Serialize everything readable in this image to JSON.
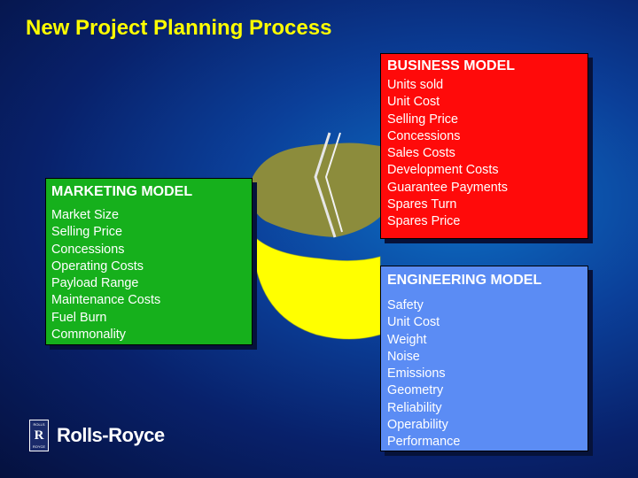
{
  "title": "New Project Planning Process",
  "marketing": {
    "heading": "MARKETING  MODEL",
    "items": [
      "Market Size",
      "Selling Price",
      "Concessions",
      "Operating Costs",
      "Payload Range",
      "Maintenance Costs",
      "Fuel Burn",
      "Commonality"
    ]
  },
  "business": {
    "heading": "BUSINESS MODEL",
    "items": [
      "Units sold",
      "Unit Cost",
      "Selling Price",
      "Concessions",
      "Sales Costs",
      "Development Costs",
      "Guarantee Payments",
      "Spares Turn",
      "Spares Price"
    ]
  },
  "engineering": {
    "heading": "ENGINEERING MODEL",
    "items": [
      "Safety",
      "Unit Cost",
      "Weight",
      "Noise",
      "Emissions",
      "Geometry",
      "Reliability",
      "Operability",
      "Performance"
    ]
  },
  "logo": {
    "badge_top": "ROLLS",
    "badge_mark": "R",
    "badge_bottom": "ROYCE",
    "wordmark": "Rolls-Royce"
  },
  "colors": {
    "title": "#ffff00",
    "marketing_box": "#16b01c",
    "business_box": "#ff0a0a",
    "engineering_box": "#5b8cf4",
    "cycle_olive": "#8c8c3c",
    "cycle_yellow": "#ffff00"
  },
  "icons": [
    "cycle-arrow-icon",
    "rolls-royce-logo-icon"
  ]
}
